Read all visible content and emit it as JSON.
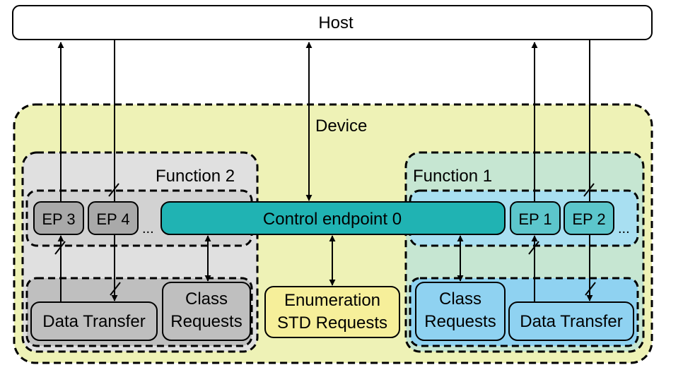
{
  "host": {
    "label": "Host"
  },
  "device": {
    "label": "Device"
  },
  "function2": {
    "label": "Function 2",
    "ep3": "EP 3",
    "ep4": "EP 4",
    "more": "...",
    "data_transfer": "Data Transfer",
    "class_requests": [
      "Class",
      "Requests"
    ]
  },
  "function1": {
    "label": "Function 1",
    "ep1": "EP 1",
    "ep2": "EP 2",
    "more": "...",
    "data_transfer": "Data Transfer",
    "class_requests": [
      "Class",
      "Requests"
    ]
  },
  "control": {
    "label": "Control endpoint 0"
  },
  "enumeration": {
    "label": [
      "Enumeration",
      "STD Requests"
    ]
  },
  "colors": {
    "device_fill": "#eef2b6",
    "function2_fill": "#e0e0e0",
    "function1_fill": "#c6e6d2",
    "function2_ep_fill": "#d2d2d2",
    "function2_box_fill": "#bfbfbf",
    "function1_ep_fill": "#a8dff1",
    "function1_box_fill": "#8fd2f1",
    "ep_dark_fill": "#a9a9a9",
    "ep_teal_fill": "#5cc6cc",
    "control_fill": "#20b3b3",
    "enumeration_fill": "#f6ef9a"
  }
}
